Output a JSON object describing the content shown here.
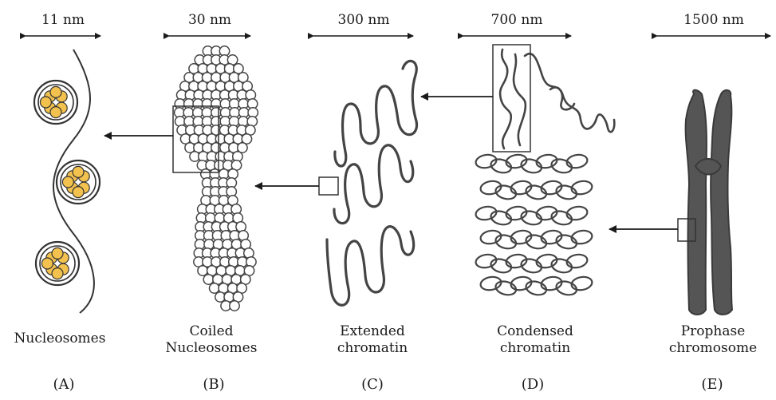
{
  "colors": {
    "stroke": "#333333",
    "histone_fill": "#f2c14e",
    "chromosome_fill": "#555555",
    "background": "#ffffff"
  },
  "panels": [
    {
      "id": "A",
      "scale": "11 nm",
      "label_lines": [
        "Nucleosomes"
      ],
      "letter": "(A)"
    },
    {
      "id": "B",
      "scale": "30 nm",
      "label_lines": [
        "Coiled",
        "Nucleosomes"
      ],
      "letter": "(B)"
    },
    {
      "id": "C",
      "scale": "300 nm",
      "label_lines": [
        "Extended",
        "chromatin"
      ],
      "letter": "(C)"
    },
    {
      "id": "D",
      "scale": "700 nm",
      "label_lines": [
        "Condensed",
        "chromatin"
      ],
      "letter": "(D)"
    },
    {
      "id": "E",
      "scale": "1500 nm",
      "label_lines": [
        "Prophase",
        "chromosome"
      ],
      "letter": "(E)"
    }
  ]
}
